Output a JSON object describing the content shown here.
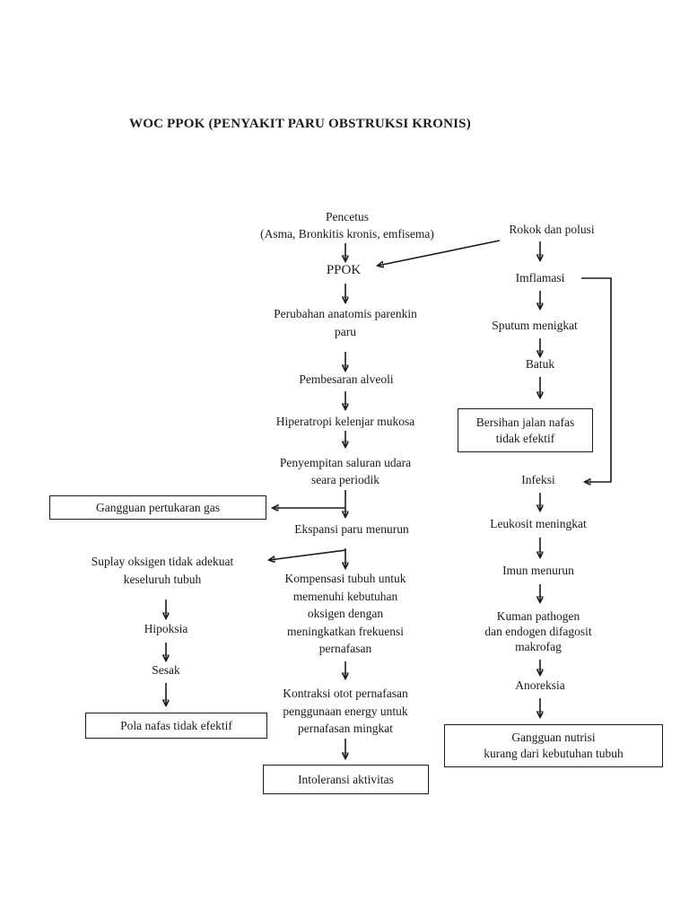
{
  "title": "WOC PPOK (PENYAKIT PARU OBSTRUKSI KRONIS)",
  "flowchart": {
    "nodes": {
      "pencetus": "Pencetus\n(Asma, Bronkitis kronis, emfisema)",
      "rokok": "Rokok dan  polusi",
      "ppok": "PPOK",
      "imflamasi": "Imflamasi",
      "perubahan": "Perubahan anatomis parenkin\nparu",
      "sputum": "Sputum menigkat",
      "pembesaran": "Pembesaran alveoli",
      "batuk": "Batuk",
      "hiperatropi": "Hiperatropi kelenjar mukosa",
      "penyempitan": "Penyempitan saluran udara\nseara periodik",
      "infeksi": "Infeksi",
      "ekspansi": "Ekspansi paru menurun",
      "leukosit": "Leukosit meningkat",
      "suplay": "Suplay oksigen tidak adekuat\nkeseluruh tubuh",
      "imun": "Imun menurun",
      "kompensasi": "Kompensasi tubuh untuk\nmemenuhi kebutuhan\noksigen dengan\nmeningkatkan frekuensi\npernafasan",
      "hipoksia": "Hipoksia",
      "kuman": "Kuman pathogen\ndan endogen difagosit\nmakrofag",
      "sesak": "Sesak",
      "anoreksia": "Anoreksia",
      "kontraksi": "Kontraksi otot pernafasan\npenggunaan energy untuk\npernafasan mingkat"
    },
    "boxes": {
      "bersihan": "Bersihan jalan nafas\ntidak efektif",
      "gangguan_gas": "Gangguan pertukaran gas",
      "pola_nafas": "Pola nafas tidak efektif",
      "intoleransi": "Intoleransi aktivitas",
      "gangguan_nutrisi": "Gangguan nutrisi\nkurang dari kebutuhan tubuh"
    },
    "colors": {
      "ink": "#1a1a1a",
      "background": "#ffffff"
    }
  }
}
